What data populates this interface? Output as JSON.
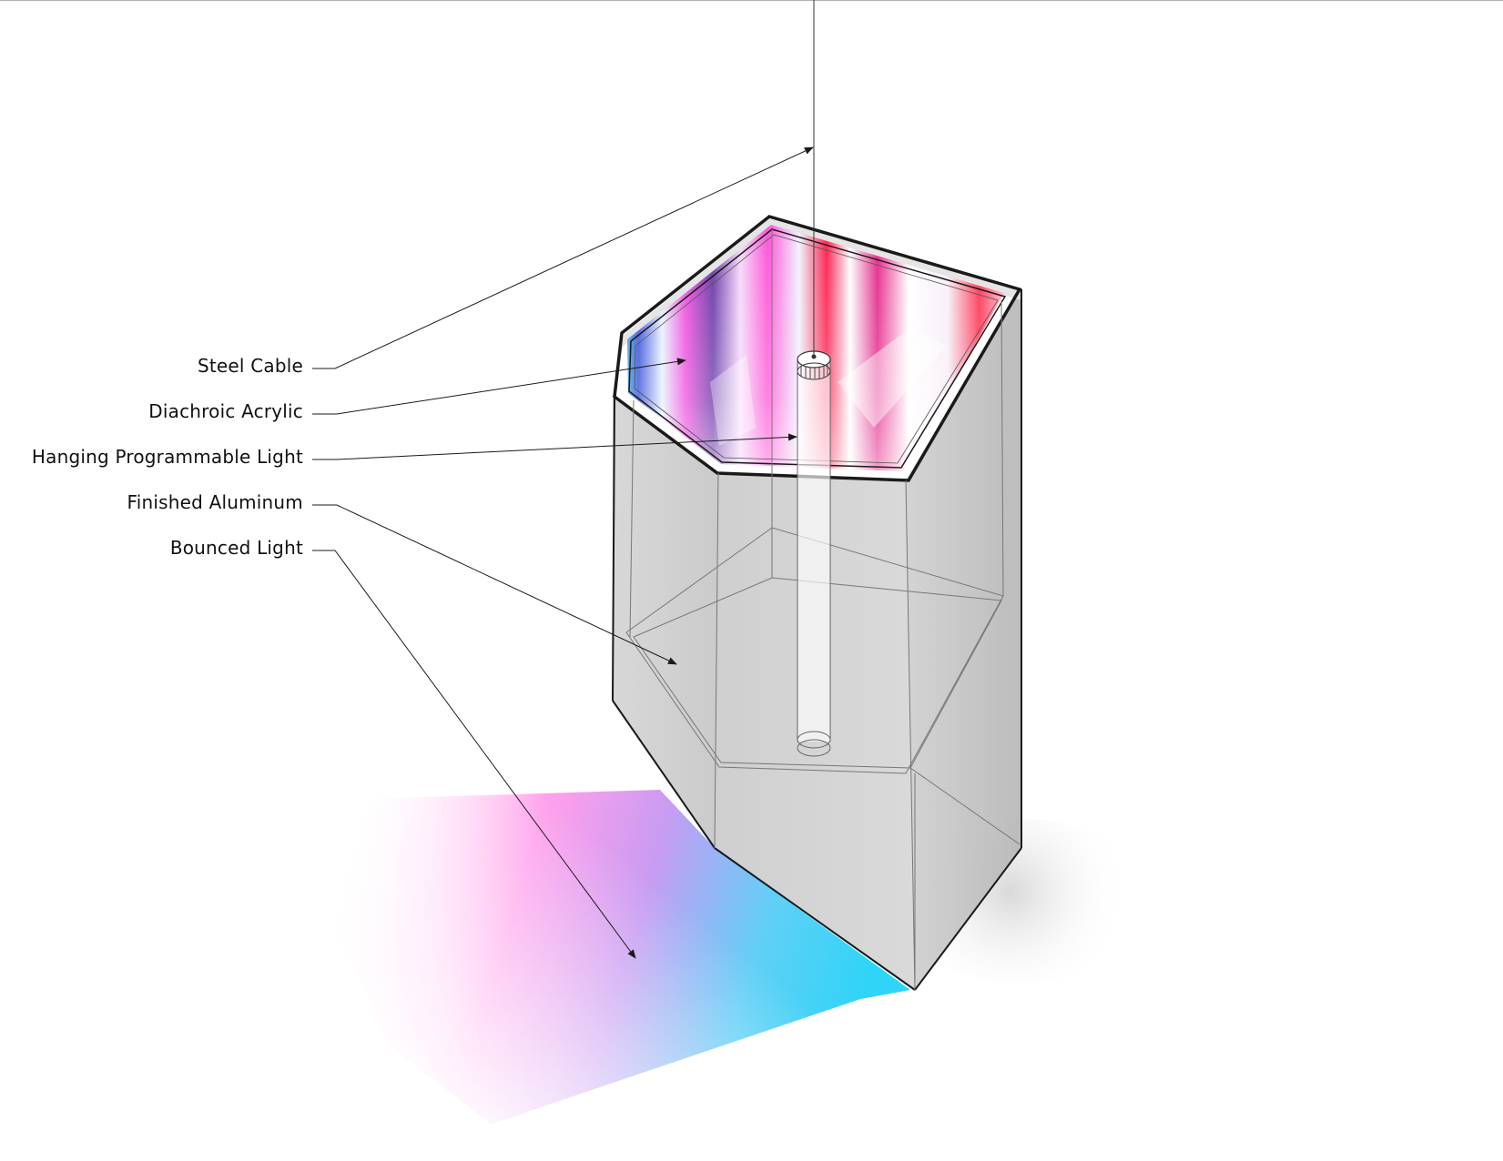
{
  "callouts": {
    "steel_cable": "Steel Cable",
    "diachroic_acrylic": "Diachroic Acrylic",
    "hanging_programmable_light": "Hanging Programmable Light",
    "finished_aluminum": "Finished Aluminum",
    "bounced_light": "Bounced Light"
  },
  "colors": {
    "line": "#1a1a1a",
    "housing_fill": "#cfcfcf",
    "bounce_cyan": "#3dd6f5",
    "bounce_magenta": "#ff7de6",
    "acrylic_blue": "#3a4fd8",
    "acrylic_pink": "#ff4fd0",
    "acrylic_red": "#ff2a55"
  }
}
